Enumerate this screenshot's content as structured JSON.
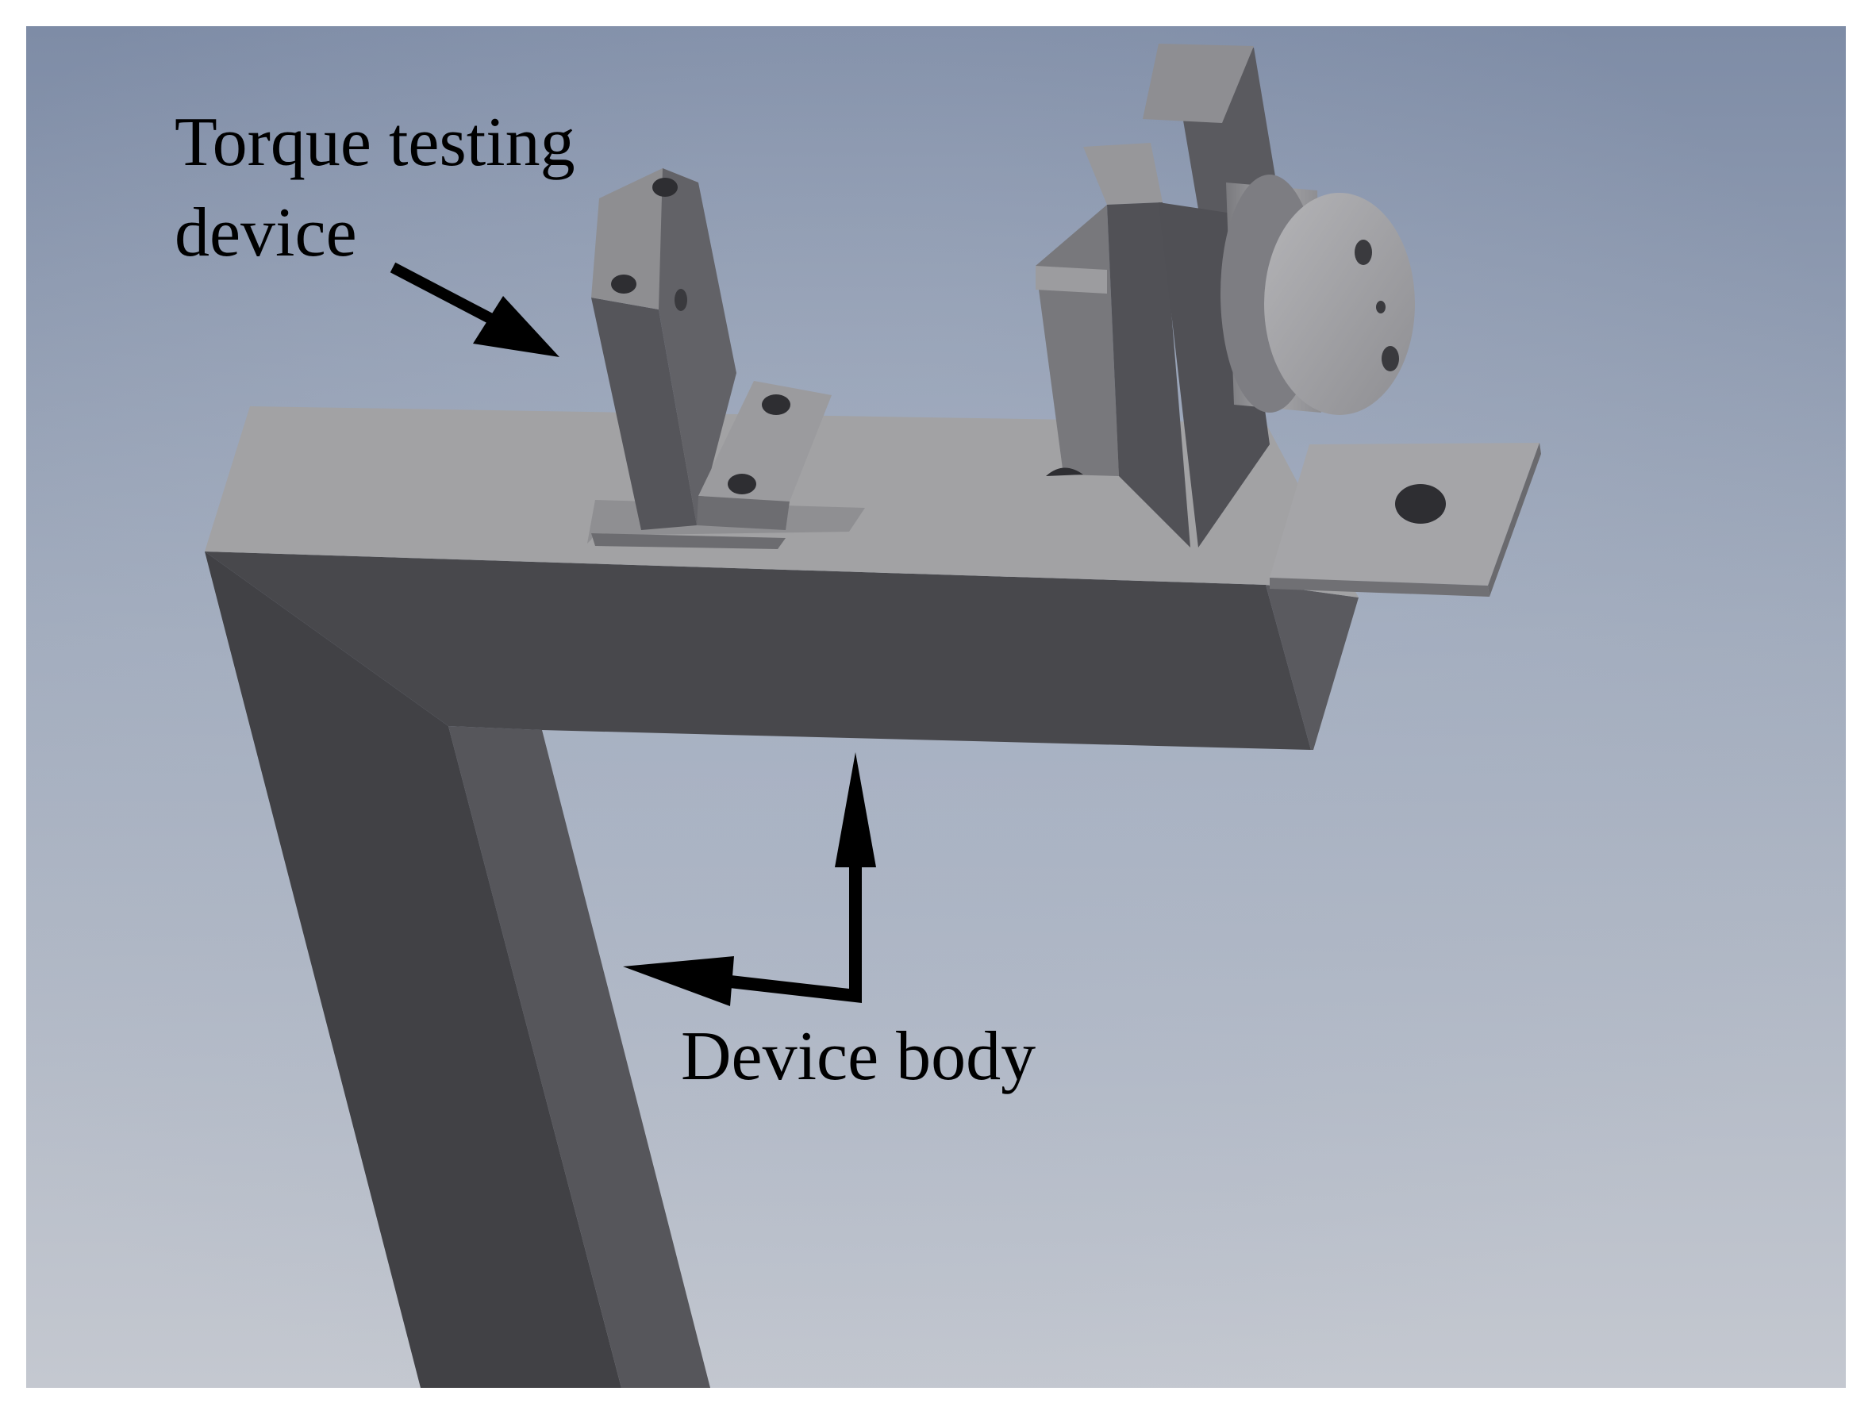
{
  "figure": {
    "labels": {
      "torque_testing_device_line1": "Torque testing",
      "torque_testing_device_line2": "device",
      "device_body": "Device body"
    },
    "colors": {
      "background_top": "#7e8ca6",
      "background_bottom": "#c4c8d0",
      "metal_light": "#a3a3a5",
      "metal_mid": "#8a8a8d",
      "metal_dark": "#4a4a4e",
      "metal_darkest": "#404044",
      "hole": "#2e2e32",
      "arrow": "#000000",
      "text": "#000000"
    }
  }
}
